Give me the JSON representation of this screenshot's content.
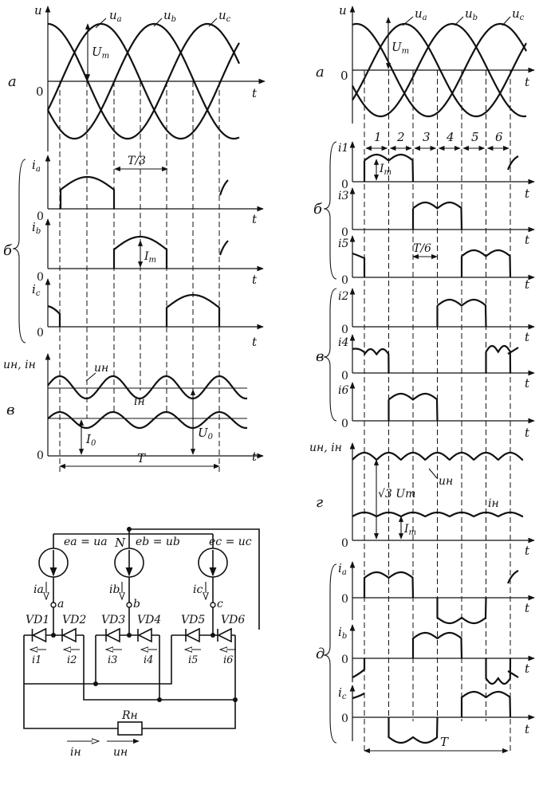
{
  "left": {
    "a": {
      "letter": "а",
      "axis_v": "u",
      "axis_t": "t",
      "zero": "0",
      "labels": [
        "u",
        "a"
      ],
      "lb": [
        "u",
        "b"
      ],
      "lc": [
        "u",
        "c"
      ],
      "um": [
        "U",
        "m"
      ]
    },
    "b": {
      "letter": "б",
      "ia": [
        "i",
        "a"
      ],
      "ib": [
        "i",
        "b"
      ],
      "ic": [
        "i",
        "c"
      ],
      "t3": "T/3",
      "im": [
        "I",
        "m"
      ],
      "zero": "0",
      "t": "t"
    },
    "v": {
      "letter": "в",
      "axis_v": "uн, iн",
      "un": "uн",
      "in": "iн",
      "i0": [
        "I",
        "0"
      ],
      "u0": [
        "U",
        "0"
      ],
      "T": "T",
      "zero": "0",
      "t": "t"
    }
  },
  "circuit": {
    "N": "N",
    "ea": "ea = ua",
    "eb": "eb = ub",
    "ec": "ec = uc",
    "phases": [
      {
        "i": "ia",
        "n": "a"
      },
      {
        "i": "ib",
        "n": "b"
      },
      {
        "i": "ic",
        "n": "c"
      }
    ],
    "vd": [
      "VD1",
      "VD2",
      "VD3",
      "VD4",
      "VD5",
      "VD6"
    ],
    "iv": [
      "i1",
      "i2",
      "i3",
      "i4",
      "i5",
      "i6"
    ],
    "R": "Rн",
    "iload": "iн",
    "uload": "uн"
  },
  "right": {
    "a": {
      "letter": "а",
      "axis_v": "u",
      "t": "t",
      "zero": "0",
      "la": [
        "u",
        "a"
      ],
      "lb": [
        "u",
        "b"
      ],
      "lc": [
        "u",
        "c"
      ],
      "um": [
        "U",
        "m"
      ]
    },
    "intervals": [
      "1",
      "2",
      "3",
      "4",
      "5",
      "6"
    ],
    "b": {
      "letter": "б",
      "i1": "i1",
      "i3": "i3",
      "i5": "i5",
      "im": [
        "I",
        "m"
      ],
      "t6": "T/6"
    },
    "v": {
      "letter": "в",
      "i2": "i2",
      "i4": "i4",
      "i6": "i6"
    },
    "g": {
      "letter": "г",
      "axis_v": "uн, iн",
      "un": "uн",
      "in": "iн",
      "sqrt": "√3 Um",
      "im": [
        "I",
        "m"
      ]
    },
    "d": {
      "letter": "д",
      "ia": [
        "i",
        "a"
      ],
      "ib": [
        "i",
        "b"
      ],
      "ic": [
        "i",
        "c"
      ],
      "T": "T"
    },
    "zero": "0",
    "t": "t"
  }
}
